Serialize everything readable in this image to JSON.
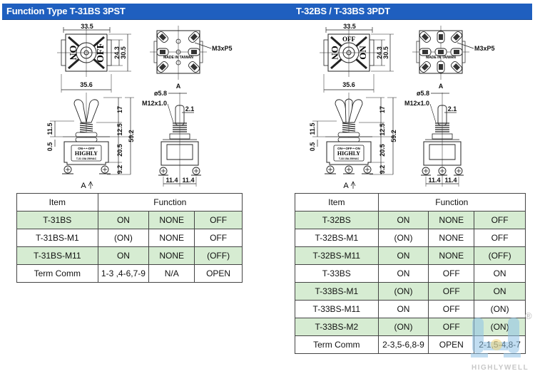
{
  "panels": [
    {
      "title": "Function Type T-31BS 3PST",
      "drawing": {
        "front_label": "ON OFF",
        "dims": {
          "top_width": "33.5",
          "inner_height": "24.3",
          "outer_height": "30.5",
          "bottom_width": "35.6",
          "screw_thread": "M3xP5",
          "view_label": "A",
          "toggle_dia": "ø5.8",
          "bushing_thread": "M12x1.0",
          "lever_offset": "2.1",
          "lever_h": "17",
          "bushing_h": "12.5",
          "total_h": "59.2",
          "body_h": "20.5",
          "terminal_h": "9.2",
          "bushing_side": "11.5",
          "washer": "0.5",
          "pitch_left": "11.4",
          "pitch_right": "11.4",
          "arrow_label": "A"
        },
        "body_text": {
          "line1": "ON-•-•-OFF",
          "brand": "HIGHLY",
          "line3": "T-31 15A 250VAC"
        }
      },
      "table": {
        "headers": [
          "Item",
          "Function"
        ],
        "rows": [
          {
            "item": "T-31BS",
            "f": [
              "ON",
              "NONE",
              "OFF"
            ],
            "highlight": true
          },
          {
            "item": "T-31BS-M1",
            "f": [
              "(ON)",
              "NONE",
              "OFF"
            ],
            "highlight": false
          },
          {
            "item": "T-31BS-M11",
            "f": [
              "ON",
              "NONE",
              "(OFF)"
            ],
            "highlight": true
          },
          {
            "item": "Term Comm",
            "f": [
              "1-3 ,4-6,7-9",
              "N/A",
              "OPEN"
            ],
            "highlight": false
          }
        ]
      }
    },
    {
      "title": "T-32BS / T-33BS 3PDT",
      "drawing": {
        "front_label": "ON OFF ON",
        "dims": {
          "top_width": "33.5",
          "inner_height": "24.3",
          "outer_height": "30.5",
          "bottom_width": "35.6",
          "screw_thread": "M3xP5",
          "view_label": "A",
          "toggle_dia": "ø5.8",
          "bushing_thread": "M12x1.0",
          "lever_offset": "2.1",
          "lever_h": "17",
          "bushing_h": "12.5",
          "total_h": "59.2",
          "body_h": "20.5",
          "terminal_h": "9.2",
          "bushing_side": "11.5",
          "washer": "0.5",
          "pitch_left": "11.4",
          "pitch_right": "11.4",
          "arrow_label": "A"
        },
        "body_text": {
          "line1": "ON-•-OFF-•-ON",
          "brand": "HIGHLY",
          "line3": "T-33 15A 250VAC"
        }
      },
      "table": {
        "headers": [
          "Item",
          "Function"
        ],
        "rows": [
          {
            "item": "T-32BS",
            "f": [
              "ON",
              "NONE",
              "OFF"
            ],
            "highlight": true
          },
          {
            "item": "T-32BS-M1",
            "f": [
              "(ON)",
              "NONE",
              "OFF"
            ],
            "highlight": false
          },
          {
            "item": "T-32BS-M11",
            "f": [
              "ON",
              "NONE",
              "(OFF)"
            ],
            "highlight": true
          },
          {
            "item": "T-33BS",
            "f": [
              "ON",
              "OFF",
              "ON"
            ],
            "highlight": false
          },
          {
            "item": "T-33BS-M1",
            "f": [
              "(ON)",
              "OFF",
              "ON"
            ],
            "highlight": true
          },
          {
            "item": "T-33BS-M11",
            "f": [
              "ON",
              "OFF",
              "(ON)"
            ],
            "highlight": false
          },
          {
            "item": "T-33BS-M2",
            "f": [
              "(ON)",
              "OFF",
              "(ON)"
            ],
            "highlight": true
          },
          {
            "item": "Term Comm",
            "f": [
              "2-3,5-6,8-9",
              "OPEN",
              "2-1,5-4,8-7"
            ],
            "highlight": false
          }
        ]
      }
    }
  ],
  "watermark": {
    "brand": "HIGHLYWELL",
    "registered": "®"
  },
  "colors": {
    "header_bg": "#1f5fbf",
    "row_highlight": "#d6ecd2",
    "watermark": "#8fc3e6"
  }
}
